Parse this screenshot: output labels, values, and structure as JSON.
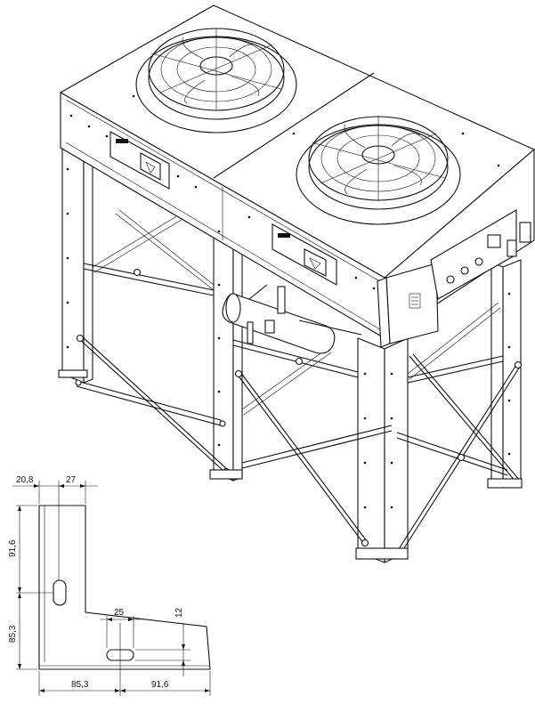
{
  "bracket": {
    "dims": {
      "top_offset": "20,8",
      "top_width": "27",
      "vertical_upper": "91,6",
      "vertical_lower": "85,3",
      "slot_length": "25",
      "slot_width": "12",
      "horizontal_left": "85,3",
      "horizontal_right": "91,6"
    }
  }
}
